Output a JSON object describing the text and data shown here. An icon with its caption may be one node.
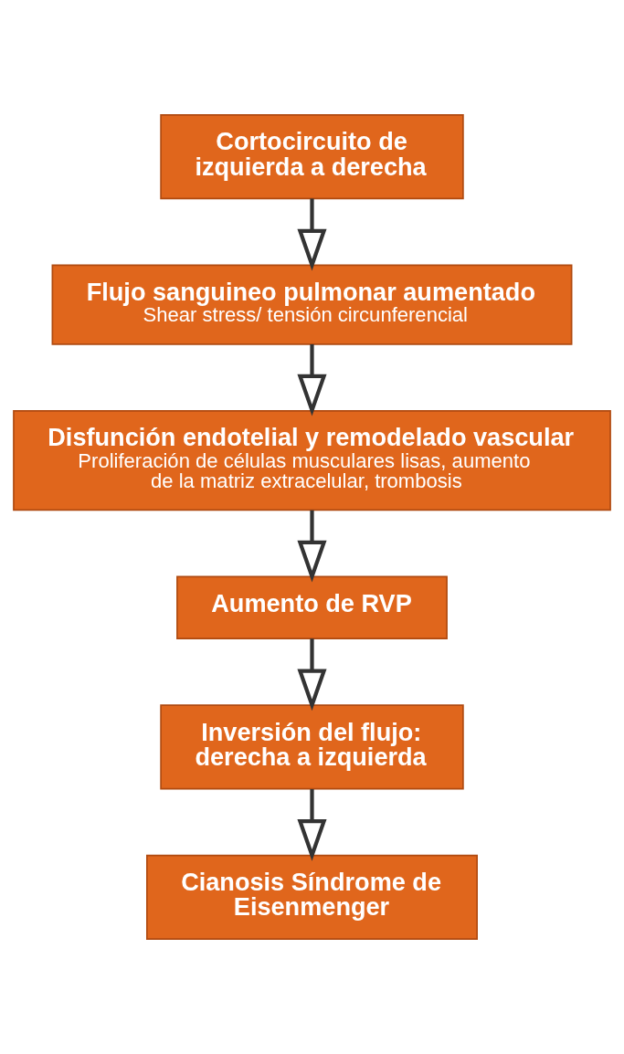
{
  "diagram": {
    "nodes": [
      {
        "text": [
          "Cortocircuito de izquierda a derecha"
        ]
      },
      {
        "text": [
          "Flujo sanguineo pulmonar aumentado",
          "Shear stress/ tensión circunferencial"
        ]
      },
      {
        "text": [
          "Disfunción endotelial y remodelado vascular",
          "Proliferación de células musculares lisas, aumento de la matriz extracelular, trombosis"
        ]
      },
      {
        "text": [
          "Aumento de RVP"
        ]
      },
      {
        "text": [
          "Inversión del flujo: derecha a izquierda"
        ]
      },
      {
        "text": [
          "Cianosis Síndrome de Eisenmenger"
        ]
      }
    ],
    "edges": [
      {
        "from": 0,
        "to": 1,
        "arrow": "to"
      },
      {
        "from": 1,
        "to": 2,
        "arrow": "to"
      },
      {
        "from": 2,
        "to": 3,
        "arrow": "to"
      },
      {
        "from": 3,
        "to": 4,
        "arrow": "to"
      },
      {
        "from": 4,
        "to": 5,
        "arrow": "to"
      }
    ]
  }
}
